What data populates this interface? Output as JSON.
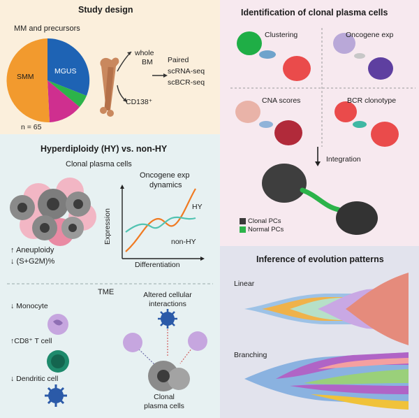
{
  "study_design": {
    "title": "Study design",
    "group_label": "MM and precursors",
    "pie": {
      "slices": [
        {
          "label": "MGUS",
          "color": "#1e63b4"
        },
        {
          "label": "",
          "color": "#2cb34a"
        },
        {
          "label": "",
          "color": "#cf2f8f"
        },
        {
          "label": "SMM",
          "color": "#f29a2e"
        }
      ]
    },
    "n_label": "n = 65",
    "whole_bm": "whole\nBM",
    "cd138": "CD138⁺",
    "paired": "Paired",
    "scrna": "scRNA-seq",
    "scbcr": "scBCR-seq"
  },
  "clonal_id": {
    "title": "Identification of clonal plasma cells",
    "quadrants": [
      "Clustering",
      "Oncogene exp",
      "CNA scores",
      "BCR clonotype"
    ],
    "integration": "Integration",
    "legend": [
      {
        "label": "Clonal PCs",
        "color": "#3a3a3a"
      },
      {
        "label": "Normal PCs",
        "color": "#2cb34a"
      }
    ]
  },
  "hyperdiploidy": {
    "title": "Hyperdiploidy (HY) vs. non-HY",
    "subtitle": "Clonal plasma cells",
    "aneuploidy": "↑ Aneuploidy",
    "s_g2m": "↓ (S+G2M)%",
    "chart_title_1": "Oncogene exp",
    "chart_title_2": "dynamics",
    "ylabel": "Expression",
    "xlabel": "Differentiation",
    "series": [
      {
        "name": "HY",
        "color": "#f07a22"
      },
      {
        "name": "non-HY",
        "color": "#52c3b2"
      }
    ]
  },
  "tme": {
    "title": "TME",
    "monocyte": "↓ Monocyte",
    "cd8": "↑CD8⁺ T cell",
    "dendritic": "↓ Dendritic cell",
    "altered_1": "Altered cellular",
    "altered_2": "interactions",
    "clonal_1": "Clonal",
    "clonal_2": "plasma cells"
  },
  "evolution": {
    "title": "Inference of evolution patterns",
    "linear": "Linear",
    "branching": "Branching"
  },
  "colors": {
    "study_bg": "#fbefdc",
    "hy_bg": "#e7f1f2",
    "clonal_bg": "#f7e9ef",
    "evo_bg": "#e2e3ed"
  }
}
